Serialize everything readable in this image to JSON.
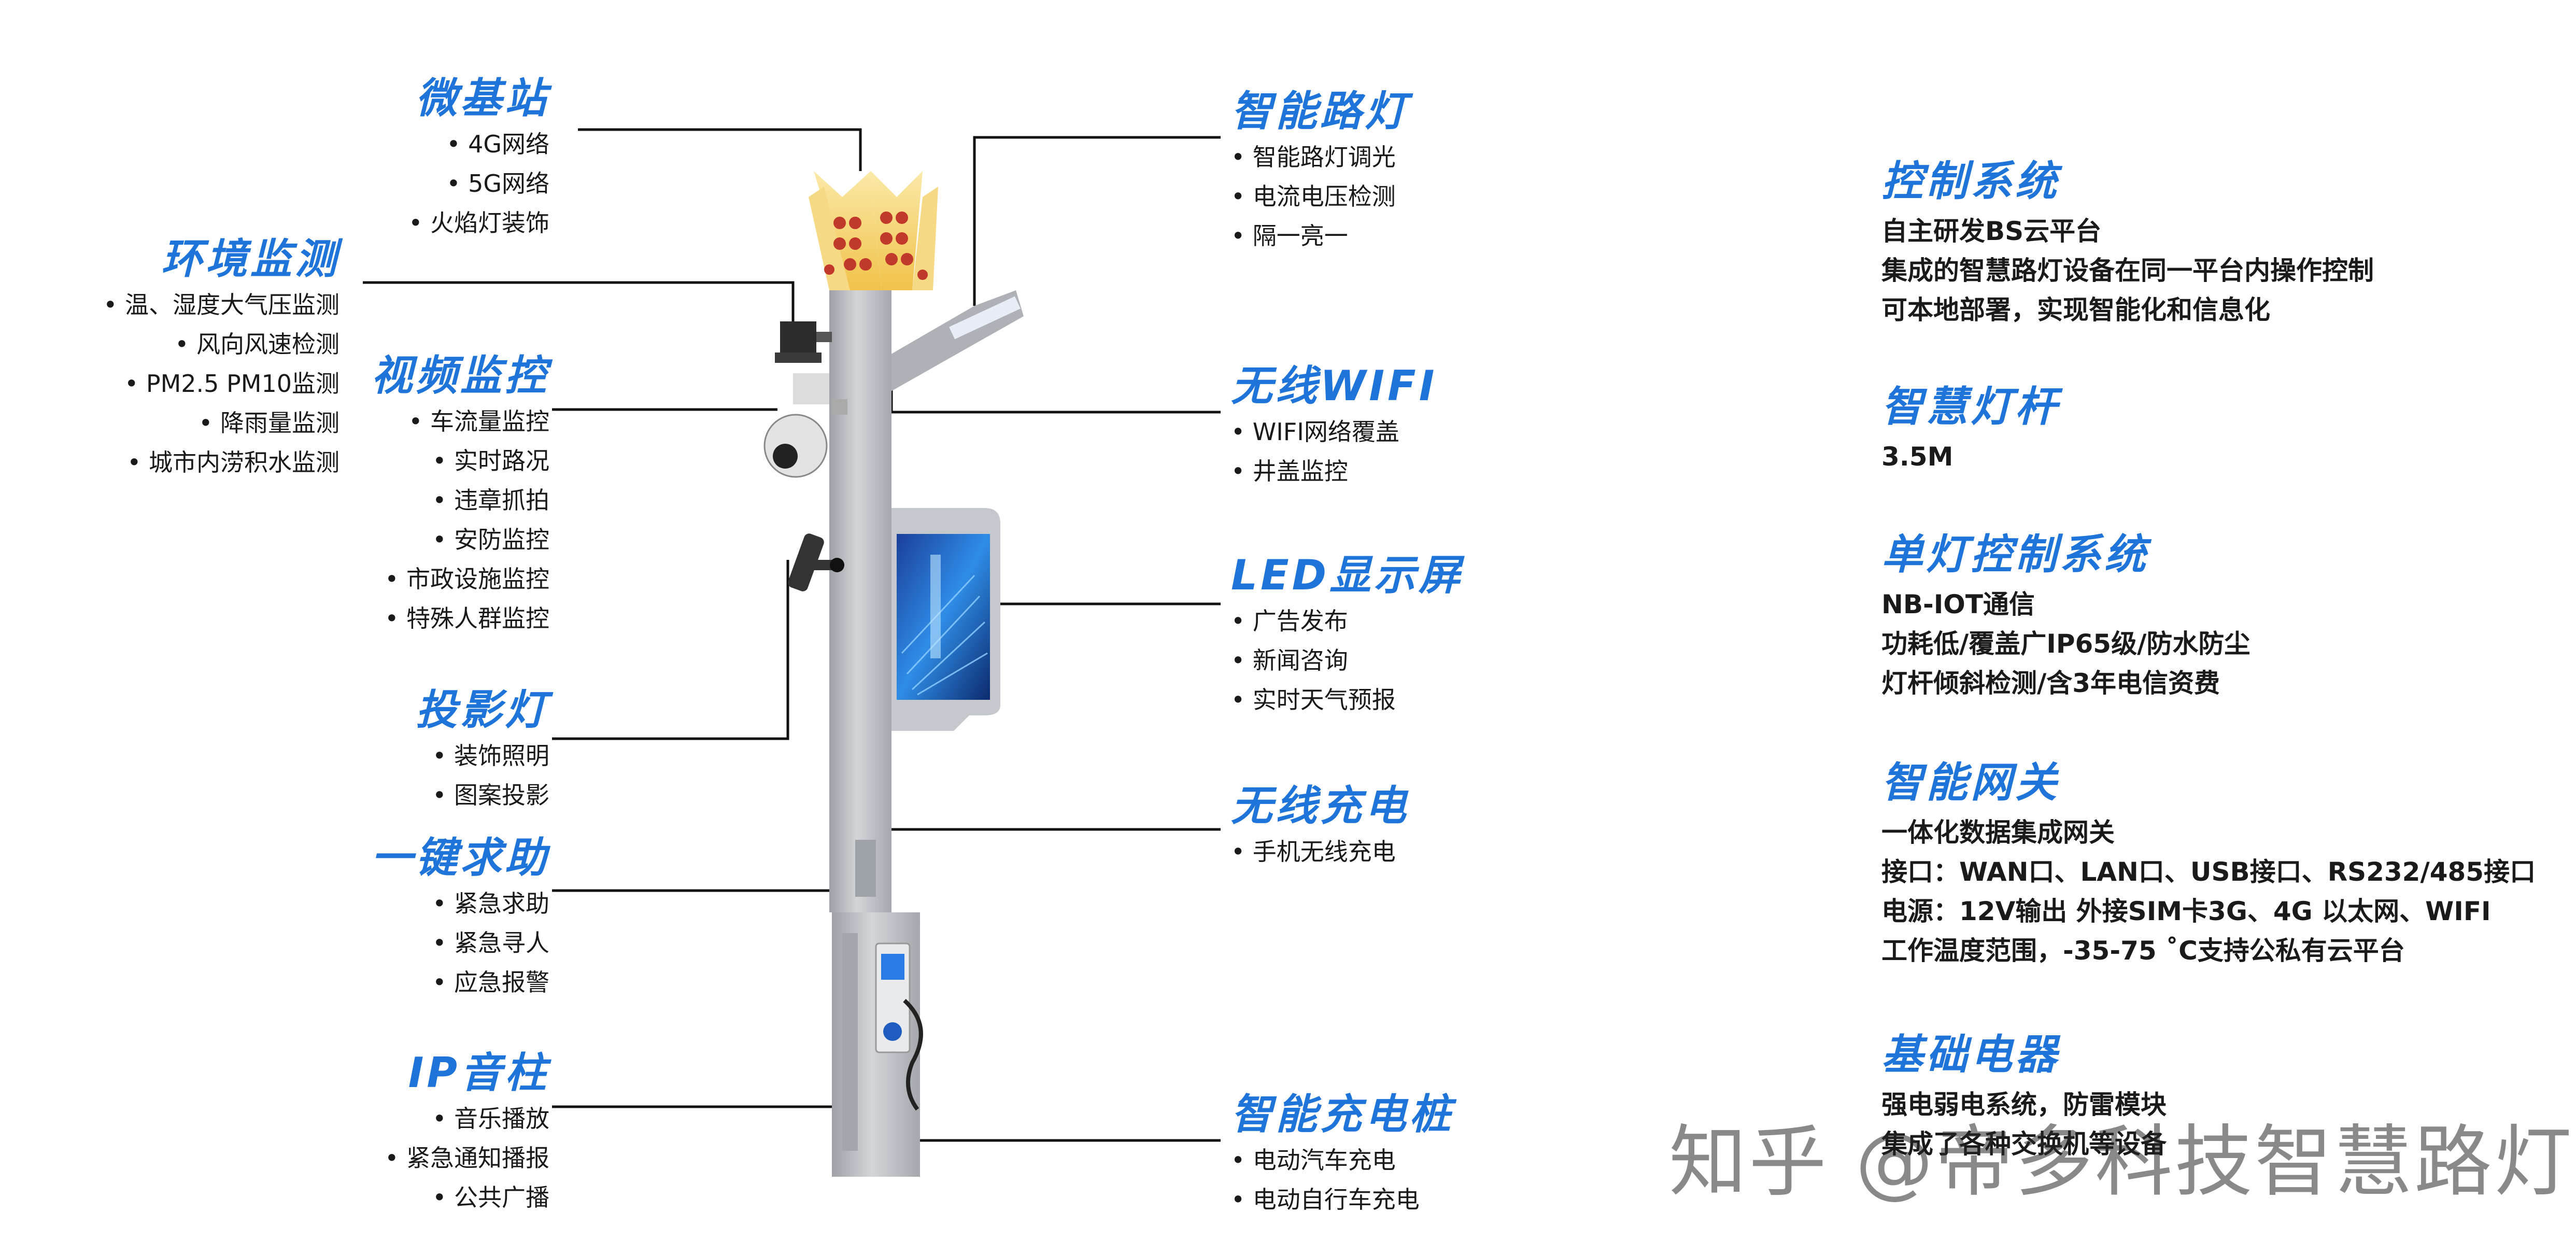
{
  "left": [
    {
      "title": "微基站",
      "items": [
        "• 4G网络",
        "• 5G网络",
        "• 火焰灯装饰"
      ]
    },
    {
      "title": "环境监测",
      "items": [
        "• 温、湿度大气压监测",
        "• 风向风速检测",
        "• PM2.5  PM10监测",
        "• 降雨量监测",
        "• 城市内涝积水监测"
      ]
    },
    {
      "title": "视频监控",
      "items": [
        "• 车流量监控",
        "• 实时路况",
        "• 违章抓拍",
        "• 安防监控",
        "• 市政设施监控",
        "• 特殊人群监控"
      ]
    },
    {
      "title": "投影灯",
      "items": [
        "• 装饰照明",
        "• 图案投影"
      ]
    },
    {
      "title": "一键求助",
      "items": [
        "• 紧急求助",
        "• 紧急寻人",
        "• 应急报警"
      ]
    },
    {
      "title": "IP音柱",
      "items": [
        "• 音乐播放",
        "• 紧急通知播报",
        "• 公共广播"
      ]
    }
  ],
  "middle": [
    {
      "title": "智能路灯",
      "items": [
        "• 智能路灯调光",
        "• 电流电压检测",
        "• 隔一亮一"
      ]
    },
    {
      "title": "无线WIFI",
      "items": [
        "• WIFI网络覆盖",
        "• 井盖监控"
      ]
    },
    {
      "title": "LED显示屏",
      "items": [
        "• 广告发布",
        "• 新闻咨询",
        "• 实时天气预报"
      ]
    },
    {
      "title": "无线充电",
      "items": [
        "• 手机无线充电"
      ]
    },
    {
      "title": "智能充电桩",
      "items": [
        "• 电动汽车充电",
        "• 电动自行车充电"
      ]
    }
  ],
  "right": [
    {
      "title": "控制系统",
      "lines": [
        "自主研发BS云平台",
        "集成的智慧路灯设备在同一平台内操作控制",
        "可本地部署，实现智能化和信息化"
      ]
    },
    {
      "title": "智慧灯杆",
      "lines": [
        "3.5M"
      ]
    },
    {
      "title": "单灯控制系统",
      "lines": [
        "NB-IOT通信",
        "功耗低/覆盖广IP65级/防水防尘",
        "灯杆倾斜检测/含3年电信资费"
      ]
    },
    {
      "title": "智能网关",
      "lines": [
        "一体化数据集成网关",
        "接口：WAN口、LAN口、USB接口、RS232/485接口",
        "电源：12V输出 外接SIM卡3G、4G 以太网、WIFI",
        "工作温度范围，-35-75 ˚C支持公私有云平台"
      ]
    },
    {
      "title": "基础电器",
      "lines": [
        "强电弱电系统，防雷模块",
        "集成了各种交换机等设备"
      ]
    }
  ],
  "watermark": "知乎 @帝多科技智慧路灯",
  "colors": {
    "title": "#1f74d9",
    "pole": "#b9bcc0",
    "line": "#111111",
    "screen": "#1e63c9"
  }
}
